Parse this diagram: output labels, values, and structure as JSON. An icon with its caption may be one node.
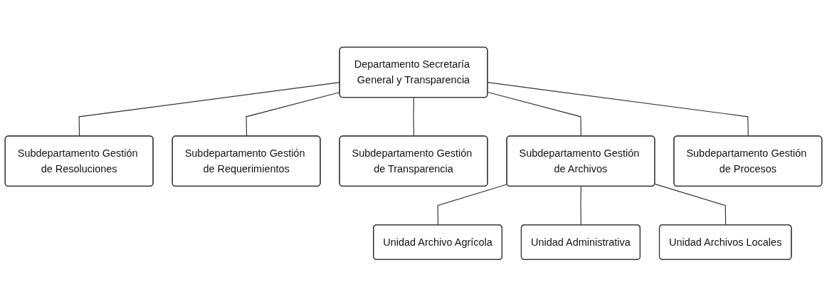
{
  "diagram": {
    "nodes": [
      {
        "text": [
          "Departamento Secretaría General y Transparencia"
        ]
      },
      {
        "text": [
          "Subdepartamento Gestión de Resoluciones"
        ]
      },
      {
        "text": [
          "Subdepartamento Gestión de Requerimientos"
        ]
      },
      {
        "text": [
          "Subdepartamento Gestión de Transparencia"
        ]
      },
      {
        "text": [
          "Subdepartamento Gestión de Archivos"
        ]
      },
      {
        "text": [
          "Subdepartamento Gestión de Procesos"
        ]
      },
      {
        "text": [
          "Unidad Archivo Agrícola"
        ]
      },
      {
        "text": [
          "Unidad Administrativa"
        ]
      },
      {
        "text": [
          "Unidad Archivos Locales"
        ]
      }
    ],
    "edges": [
      {
        "from": 0,
        "to": 1,
        "arrow": "none"
      },
      {
        "from": 0,
        "to": 2,
        "arrow": "none"
      },
      {
        "from": 0,
        "to": 3,
        "arrow": "none"
      },
      {
        "from": 0,
        "to": 4,
        "arrow": "none"
      },
      {
        "from": 0,
        "to": 5,
        "arrow": "none"
      },
      {
        "from": 4,
        "to": 6,
        "arrow": "none"
      },
      {
        "from": 4,
        "to": 7,
        "arrow": "none"
      },
      {
        "from": 4,
        "to": 8,
        "arrow": "none"
      }
    ]
  }
}
